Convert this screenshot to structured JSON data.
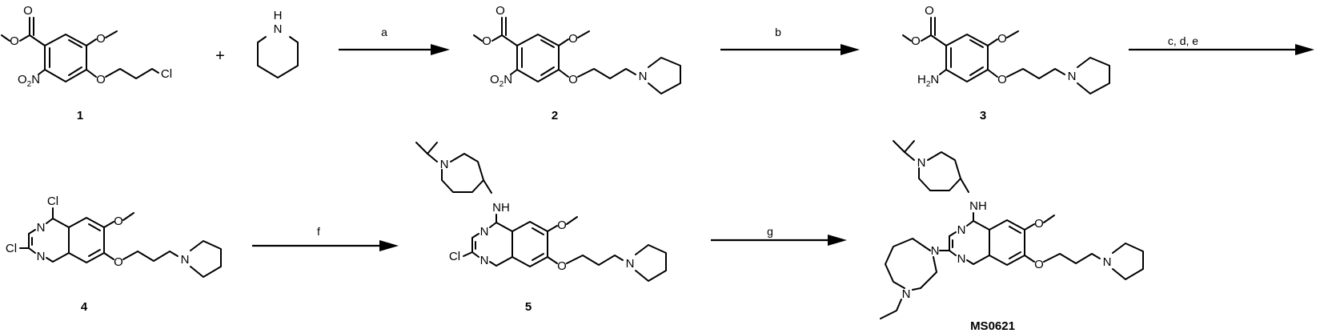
{
  "scheme": {
    "compound_labels": {
      "c1": "1",
      "c2": "2",
      "c3": "3",
      "c4": "4",
      "c5": "5",
      "c6": "MS0621"
    },
    "conditions": {
      "a": "a",
      "b": "b",
      "cde": "c, d, e",
      "f": "f",
      "g": "g"
    },
    "plus": "+",
    "atoms": {
      "O": "O",
      "N": "N",
      "H": "H",
      "Cl": "Cl",
      "NH": "NH",
      "H2N_H": "H",
      "H2N_2": "2",
      "H2N_N": "N",
      "O2N_O": "O",
      "O2N_2": "2",
      "O2N_N": "N"
    }
  }
}
